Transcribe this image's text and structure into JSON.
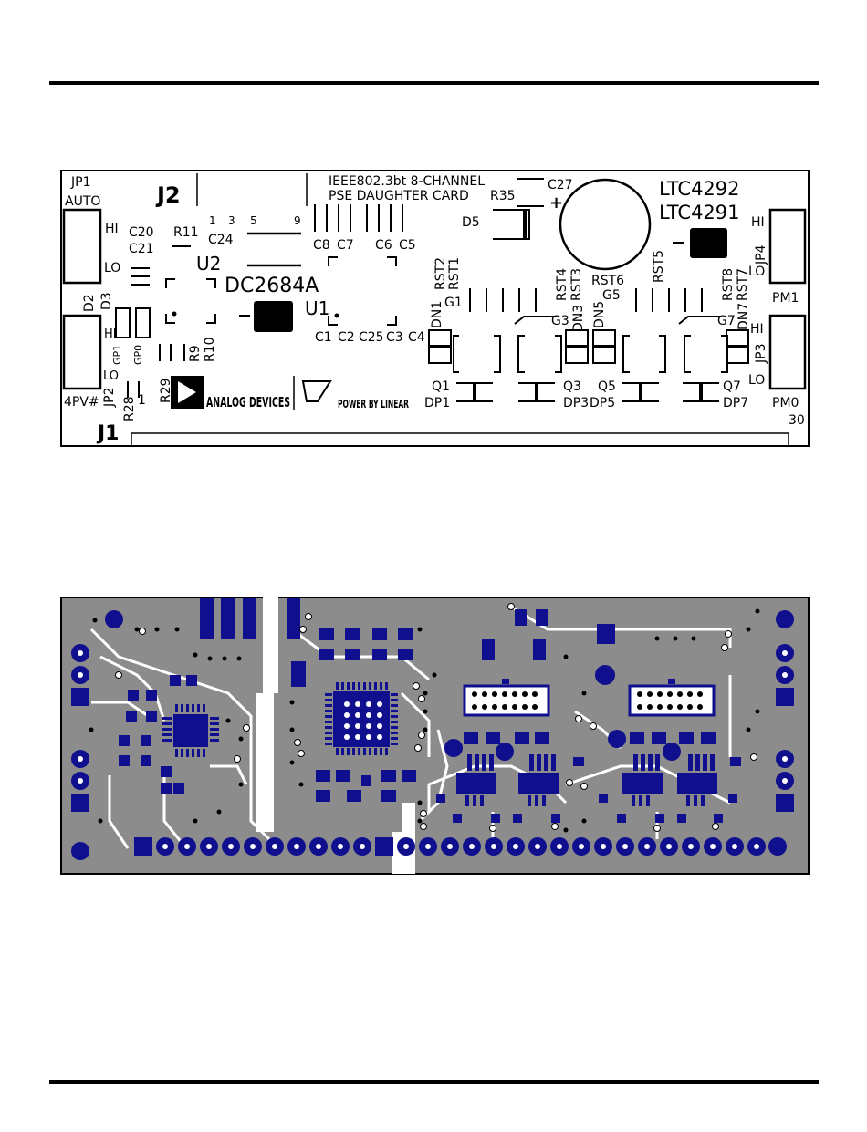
{
  "silkscreen": {
    "title_line1": "IEEE802.3bt 8-CHANNEL",
    "title_line2": "PSE DAUGHTER CARD",
    "part1": "LTC4292",
    "part2": "LTC4291",
    "board_id": "DC2684A",
    "vendor_logo": "ANALOG DEVICES",
    "vendor_sub": "POWER BY LINEAR",
    "labels": {
      "jp1": "JP1",
      "auto": "AUTO",
      "j2": "J2",
      "hi": "HI",
      "lo": "LO",
      "c20": "C20",
      "c21": "C21",
      "r11": "R11",
      "c24": "C24",
      "u2": "U2",
      "u1": "U1",
      "pin1": "1",
      "pin3": "3",
      "pin5": "5",
      "pin9": "9",
      "c8": "C8",
      "c7": "C7",
      "c6": "C6",
      "c5": "C5",
      "c27": "C27",
      "r35": "R35",
      "d5": "D5",
      "d2": "D2",
      "d3": "D3",
      "gp1": "GP1",
      "gp0": "GP0",
      "r9": "R9",
      "r10": "R10",
      "r29": "R29",
      "jp2": "JP2",
      "r28": "R28",
      "one": "1",
      "fourpv": "4PV#",
      "j1": "J1",
      "c1": "C1",
      "c2": "C2",
      "c25": "C25",
      "c3": "C3",
      "c4": "C4",
      "rst2": "RST2",
      "rst1": "RST1",
      "g1": "G1",
      "dn1": "DN1",
      "q1": "Q1",
      "dp1": "DP1",
      "rst4": "RST4",
      "rst3": "RST3",
      "g3": "G3",
      "dn3": "DN3",
      "q3": "Q3",
      "dp3": "DP3",
      "rst6": "RST6",
      "g5": "G5",
      "dn5": "DN5",
      "q5": "Q5",
      "dp5": "DP5",
      "rst5": "RST5",
      "rst8": "RST8",
      "rst7": "RST7",
      "g7": "G7",
      "dn7": "DN7",
      "q7": "Q7",
      "dp7": "DP7",
      "jp4": "JP4",
      "pm1": "PM1",
      "jp3": "JP3",
      "pm0": "PM0",
      "thirty": "30",
      "plus": "+"
    }
  },
  "colors": {
    "ink": "#000000",
    "copper": "#10108f",
    "board": "#8c8c8c",
    "paper": "#ffffff"
  }
}
